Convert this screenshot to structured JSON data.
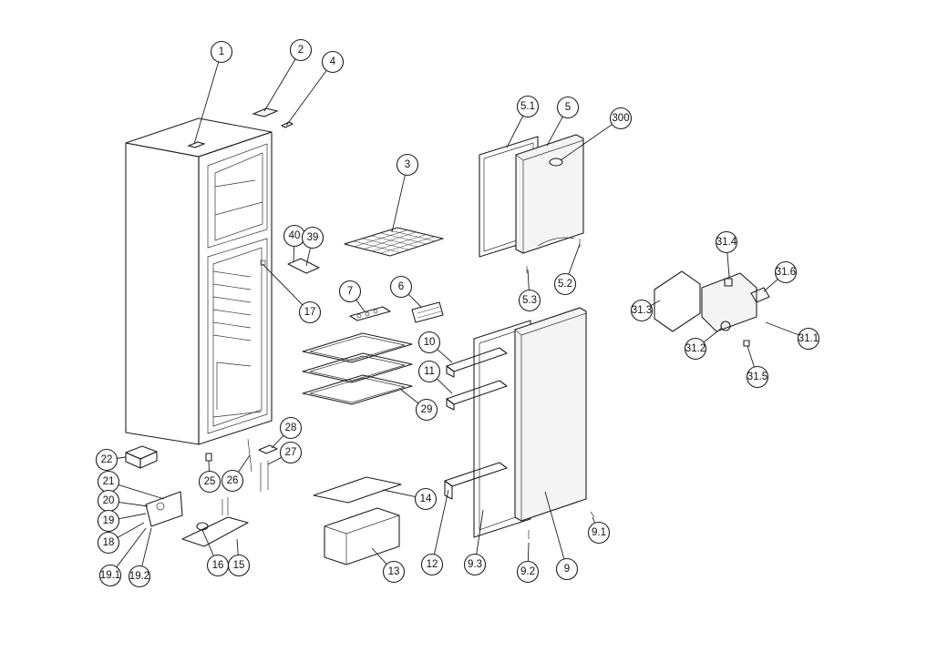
{
  "diagram": {
    "callouts": [
      {
        "id": "c1",
        "label": "1"
      },
      {
        "id": "c2",
        "label": "2"
      },
      {
        "id": "c4",
        "label": "4"
      },
      {
        "id": "c3",
        "label": "3"
      },
      {
        "id": "c5_1",
        "label": "5.1"
      },
      {
        "id": "c5",
        "label": "5"
      },
      {
        "id": "c300",
        "label": "300"
      },
      {
        "id": "c40",
        "label": "40"
      },
      {
        "id": "c39",
        "label": "39"
      },
      {
        "id": "c17",
        "label": "17"
      },
      {
        "id": "c7",
        "label": "7"
      },
      {
        "id": "c6",
        "label": "6"
      },
      {
        "id": "c5_3",
        "label": "5.3"
      },
      {
        "id": "c5_2",
        "label": "5.2"
      },
      {
        "id": "c31_4",
        "label": "31.4"
      },
      {
        "id": "c31_6",
        "label": "31.6"
      },
      {
        "id": "c31_3",
        "label": "31.3"
      },
      {
        "id": "c31_1",
        "label": "31.1"
      },
      {
        "id": "c31_2",
        "label": "31.2"
      },
      {
        "id": "c31_5",
        "label": "31.5"
      },
      {
        "id": "c10",
        "label": "10"
      },
      {
        "id": "c11",
        "label": "11"
      },
      {
        "id": "c29",
        "label": "29"
      },
      {
        "id": "c28",
        "label": "28"
      },
      {
        "id": "c27",
        "label": "27"
      },
      {
        "id": "c22",
        "label": "22"
      },
      {
        "id": "c21",
        "label": "21"
      },
      {
        "id": "c20",
        "label": "20"
      },
      {
        "id": "c19",
        "label": "19"
      },
      {
        "id": "c18",
        "label": "18"
      },
      {
        "id": "c19_1",
        "label": "19.1"
      },
      {
        "id": "c19_2",
        "label": "19.2"
      },
      {
        "id": "c25",
        "label": "25"
      },
      {
        "id": "c26",
        "label": "26"
      },
      {
        "id": "c16",
        "label": "16"
      },
      {
        "id": "c15",
        "label": "15"
      },
      {
        "id": "c14",
        "label": "14"
      },
      {
        "id": "c13",
        "label": "13"
      },
      {
        "id": "c12",
        "label": "12"
      },
      {
        "id": "c9_3",
        "label": "9.3"
      },
      {
        "id": "c9_2",
        "label": "9.2"
      },
      {
        "id": "c9",
        "label": "9"
      },
      {
        "id": "c9_1",
        "label": "9.1"
      }
    ]
  }
}
